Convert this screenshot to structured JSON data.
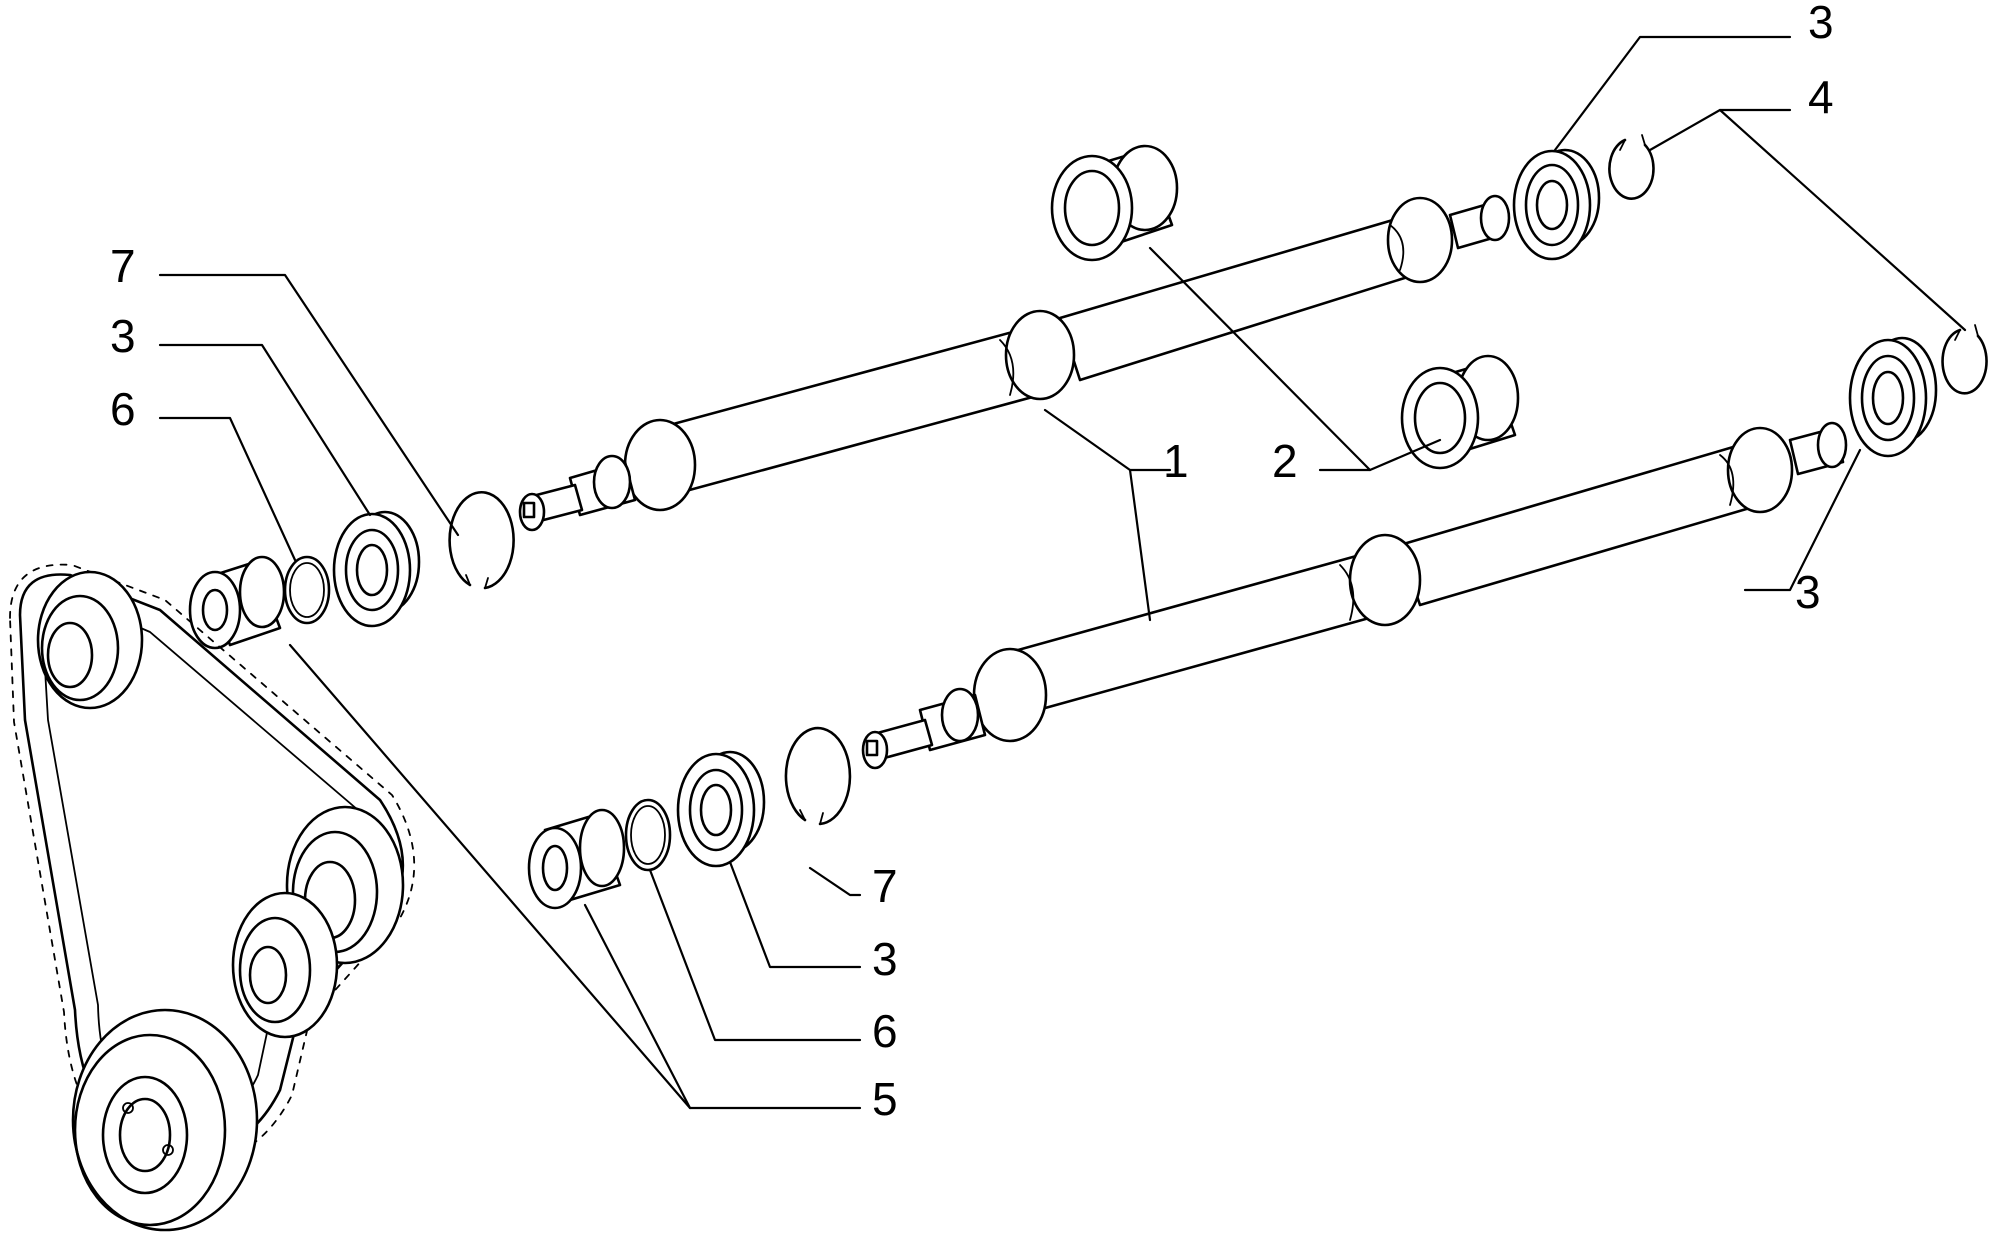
{
  "callouts": [
    {
      "id": "c-3-top",
      "label": "3"
    },
    {
      "id": "c-4",
      "label": "4"
    },
    {
      "id": "c-7-left",
      "label": "7"
    },
    {
      "id": "c-3-left",
      "label": "3"
    },
    {
      "id": "c-6-left",
      "label": "6"
    },
    {
      "id": "c-1",
      "label": "1"
    },
    {
      "id": "c-2",
      "label": "2"
    },
    {
      "id": "c-3-right",
      "label": "3"
    },
    {
      "id": "c-7-bottom",
      "label": "7"
    },
    {
      "id": "c-3-bottom",
      "label": "3"
    },
    {
      "id": "c-6-bottom",
      "label": "6"
    },
    {
      "id": "c-5",
      "label": "5"
    }
  ]
}
